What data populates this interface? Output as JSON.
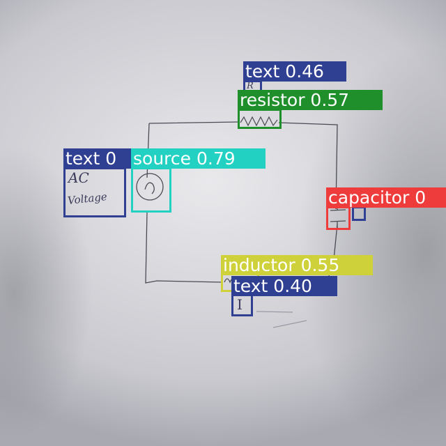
{
  "colors": {
    "text": "#2f3f92",
    "source": "#22d1c2",
    "resistor": "#1f8f2b",
    "capacitor": "#ee3b3b",
    "inductor": "#cfd13a"
  },
  "handwriting": {
    "ac_line1": "AC",
    "ac_line2": "Voltage",
    "text_top": "R",
    "text_bottom": "I"
  },
  "detections": [
    {
      "id": "text-top",
      "label": "text 0.46",
      "class": "text"
    },
    {
      "id": "resistor",
      "label": "resistor 0.57",
      "class": "resistor"
    },
    {
      "id": "text-left",
      "label": "text 0",
      "class": "text"
    },
    {
      "id": "source",
      "label": "source 0.79",
      "class": "source"
    },
    {
      "id": "capacitor",
      "label": "capacitor 0",
      "class": "capacitor"
    },
    {
      "id": "inductor",
      "label": "inductor 0.55",
      "class": "inductor"
    },
    {
      "id": "text-bottom",
      "label": "text 0.40",
      "class": "text"
    }
  ]
}
